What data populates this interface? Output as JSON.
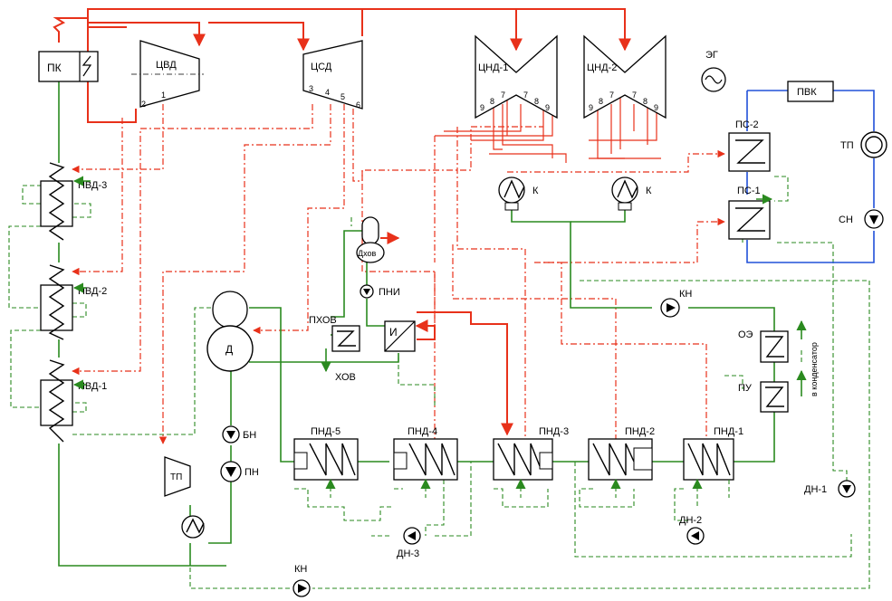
{
  "labels": {
    "pk": "ПК",
    "cvd": "ЦВД",
    "csd": "ЦСД",
    "cnd1": "ЦНД-1",
    "cnd2": "ЦНД-2",
    "eg": "ЭГ",
    "pvk": "ПВК",
    "ps2": "ПС-2",
    "ps1": "ПС-1",
    "tp_net": "ТП",
    "sn": "СН",
    "pvd3": "ПВД-3",
    "pvd2": "ПВД-2",
    "pvd1": "ПВД-1",
    "k1": "К",
    "k2": "К",
    "dhov": "Дхов",
    "pni": "ПНИ",
    "phov": "ПХОВ",
    "hov": "ХОВ",
    "i": "И",
    "d": "Д",
    "bn": "БН",
    "pn": "ПН",
    "tp": "ТП",
    "kn_top": "КН",
    "kn_bottom": "КН",
    "oe": "ОЭ",
    "pu": "ПУ",
    "to_condenser": "в конденсатор",
    "pnd5": "ПНД-5",
    "pnd4": "ПНД-4",
    "pnd3": "ПНД-3",
    "pnd2": "ПНД-2",
    "pnd1": "ПНД-1",
    "dn1": "ДН-1",
    "dn2": "ДН-2",
    "dn3": "ДН-3"
  },
  "extraction_numbers": {
    "cvd": [
      "1",
      "2"
    ],
    "csd": [
      "3",
      "4",
      "5",
      "6"
    ],
    "cnd1": [
      "9",
      "8",
      "7",
      "7",
      "8",
      "9"
    ],
    "cnd2": [
      "9",
      "8",
      "7",
      "7",
      "8",
      "9"
    ]
  },
  "colors": {
    "live_steam": "#e8311a",
    "extraction_steam": "#e8311a",
    "condensate_feedwater": "#2a8a1f",
    "network_water": "#2050d8"
  }
}
